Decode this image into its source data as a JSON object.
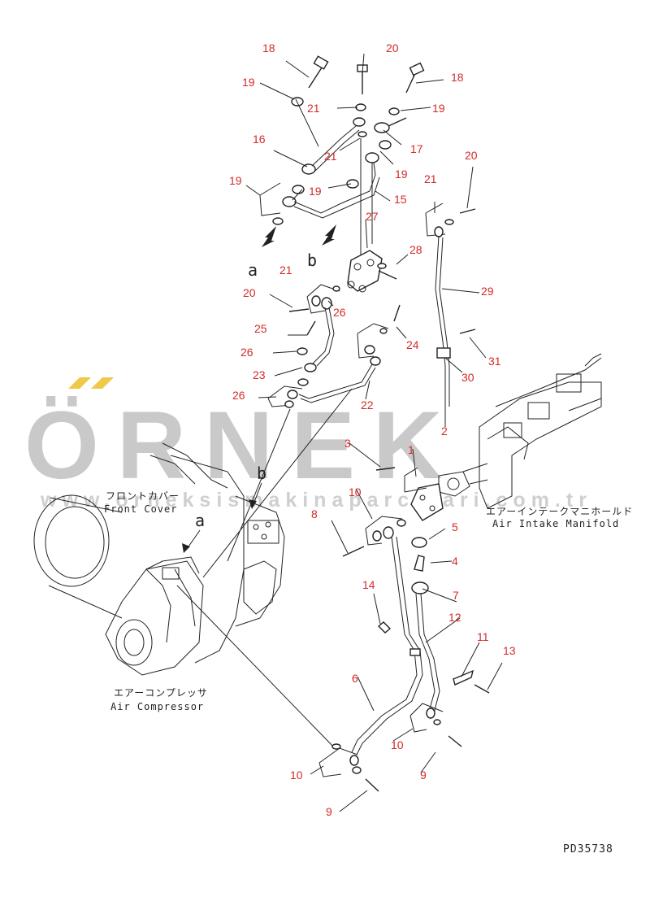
{
  "watermark": {
    "logo_text": "ÖRNEK",
    "url": "www.orneksismakinaparcalari.com.tr",
    "accent_color": "#f0c84a",
    "text_color": "#c9c9c9"
  },
  "document_code": "PD35738",
  "captions": {
    "front_cover_jp": "フロントカバー",
    "front_cover_en": "Front Cover",
    "air_intake_jp": "エアーインテークマニホールド",
    "air_intake_en": "Air Intake Manifold",
    "air_compressor_jp": "エアーコンプレッサ",
    "air_compressor_en": "Air Compressor"
  },
  "reference_marks": [
    "a",
    "b",
    "a",
    "b"
  ],
  "callout_color": "#d42a2a",
  "callouts": [
    "18",
    "20",
    "18",
    "19",
    "21",
    "19",
    "16",
    "21",
    "17",
    "19",
    "19",
    "19",
    "21",
    "15",
    "20",
    "27",
    "21",
    "28",
    "29",
    "20",
    "26",
    "25",
    "24",
    "26",
    "31",
    "23",
    "30",
    "26",
    "22",
    "2",
    "3",
    "1",
    "10",
    "8",
    "5",
    "4",
    "14",
    "7",
    "12",
    "11",
    "13",
    "6",
    "10",
    "10",
    "9",
    "9"
  ]
}
